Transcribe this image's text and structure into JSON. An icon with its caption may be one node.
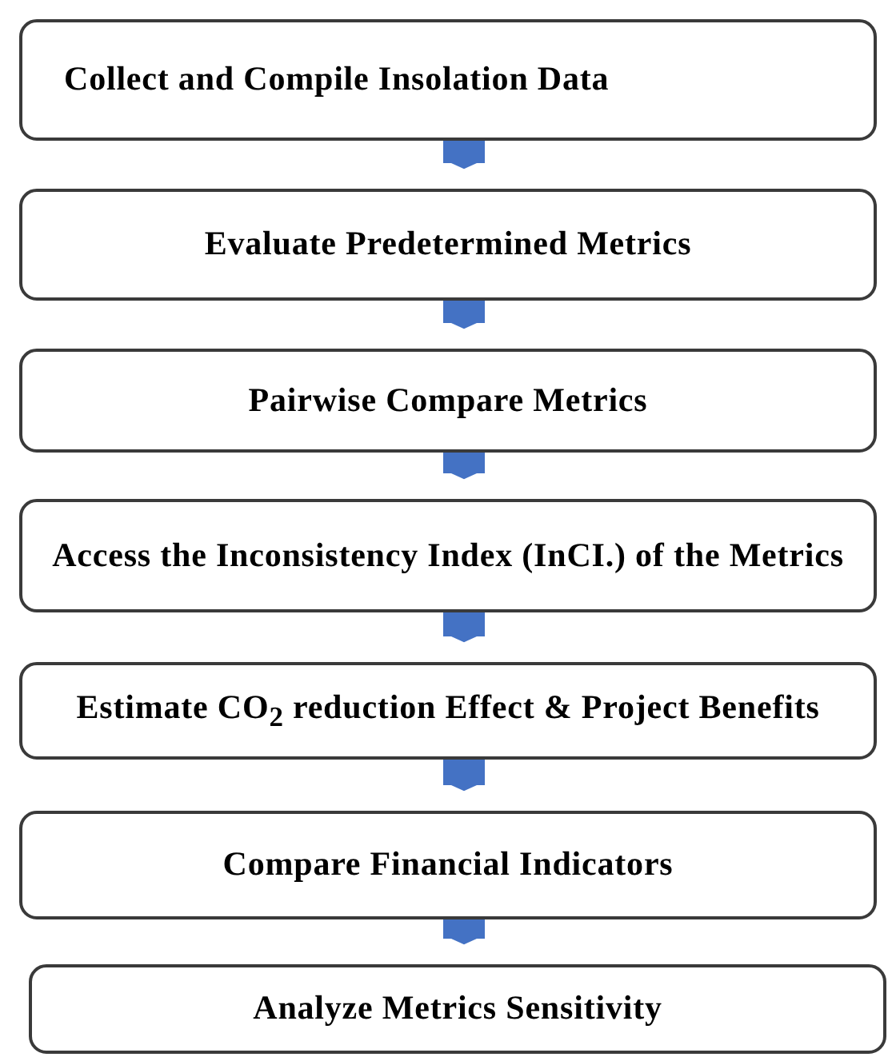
{
  "diagram": {
    "nodes": [
      {
        "text": [
          "Collect and Compile Insolation Data"
        ]
      },
      {
        "text": [
          "Evaluate Predetermined Metrics"
        ]
      },
      {
        "text": [
          "Pairwise Compare Metrics"
        ]
      },
      {
        "text": [
          "Access the Inconsistency Index (InCI.) of the Metrics"
        ]
      },
      {
        "text": [
          "Estimate CO$_{2}$ reduction Effect & Project Benefits"
        ]
      },
      {
        "text": [
          "Compare Financial Indicators"
        ]
      },
      {
        "text": [
          "Analyze Metrics Sensitivity"
        ]
      }
    ],
    "edges": [
      {
        "from": 0,
        "to": 1,
        "arrow": "to"
      },
      {
        "from": 1,
        "to": 2,
        "arrow": "to"
      },
      {
        "from": 2,
        "to": 3,
        "arrow": "to"
      },
      {
        "from": 3,
        "to": 4,
        "arrow": "to"
      },
      {
        "from": 4,
        "to": 5,
        "arrow": "to"
      },
      {
        "from": 5,
        "to": 6,
        "arrow": "to"
      }
    ]
  }
}
